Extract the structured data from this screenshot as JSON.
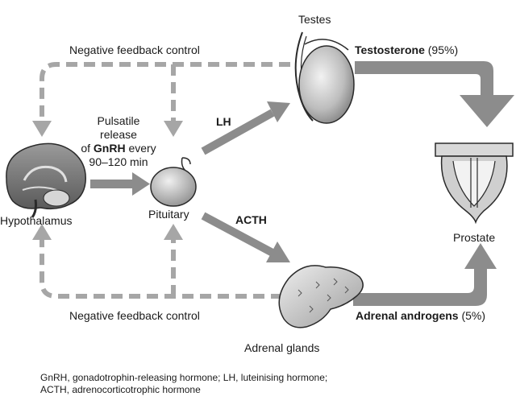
{
  "labels": {
    "testes": "Testes",
    "neg_feedback_top": "Negative feedback control",
    "neg_feedback_bottom": "Negative feedback control",
    "pulsatile_line1": "Pulsatile",
    "pulsatile_line2": "release",
    "pulsatile_line3_pre": "of ",
    "pulsatile_line3_bold": "GnRH",
    "pulsatile_line3_post": " every",
    "pulsatile_line4": "90–120 min",
    "lh": "LH",
    "acth": "ACTH",
    "hypothalamus": "Hypothalamus",
    "pituitary": "Pituitary",
    "prostate": "Prostate",
    "adrenal_glands": "Adrenal glands",
    "testosterone_bold": "Testosterone",
    "testosterone_pct": " (95%)",
    "adrenal_androgens_bold": "Adrenal androgens",
    "adrenal_androgens_pct": " (5%)"
  },
  "footnote": {
    "line1": "GnRH, gonadotrophin-releasing hormone; LH, luteinising hormone;",
    "line2": "ACTH, adrenocorticotrophic hormone"
  },
  "colors": {
    "solid_arrow": "#8c8c8c",
    "dashed_arrow": "#a6a6a6",
    "organ_fill": "#c8c8c8",
    "organ_stroke": "#2a2a2a"
  }
}
